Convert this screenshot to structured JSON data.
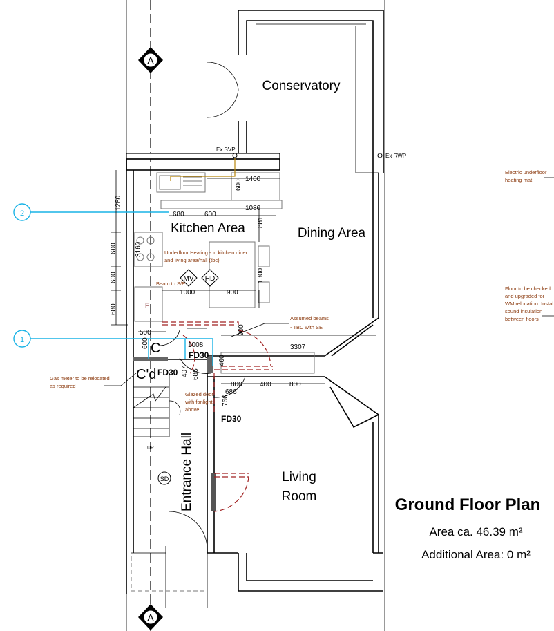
{
  "title": {
    "heading": "Ground Floor Plan",
    "area": "Area ca. 46.39 m²",
    "additional_area": "Additional Area: 0 m²"
  },
  "rooms": {
    "conservatory": "Conservatory",
    "kitchen": "Kitchen Area",
    "dining": "Dining Area",
    "living_line1": "Living",
    "living_line2": "Room",
    "hall": "Entrance Hall"
  },
  "section_marker": "A",
  "grid_bubbles": [
    "1",
    "2"
  ],
  "symbols": {
    "mv": "MV",
    "hd": "HD",
    "sd": "SD",
    "fridge": "F",
    "cupboard": "C",
    "cupboard_d": "C'd",
    "up": "UP",
    "ex_svp": "Ex SVP",
    "ex_rwp": "Ex RWP"
  },
  "fire_doors": [
    "FD30",
    "FD30",
    "FD30"
  ],
  "notes": {
    "underfloor": [
      "Underfloor Heating - in kitchen diner",
      "and living area/hall (tbc)"
    ],
    "beam": "Beam to S/E",
    "assumed_beams": [
      "Assumed beams",
      "- TBC with SE"
    ],
    "gas_meter": [
      "Gas meter to be relocated",
      "as required"
    ],
    "glazed_door": [
      "Glazed door",
      "with fanlight",
      "above"
    ],
    "electric_mat": [
      "Electric underfloor",
      "heating mat"
    ],
    "floor_check": [
      "Floor to be checked",
      "and upgraded for",
      "WM relocation. Instal",
      "sound insulation",
      "between floors"
    ]
  },
  "dimensions": {
    "d1400": "1400",
    "d600a": "600",
    "d1080": "1080",
    "d680a": "680",
    "d600b": "600",
    "d881": "881",
    "d1280": "1280",
    "d600c": "600",
    "d600d": "600",
    "d680b": "680",
    "d3160": "3160",
    "d1300": "1300",
    "d1000": "1000",
    "d900a": "900",
    "d900b": "900",
    "d500": "500",
    "d600e": "600",
    "d1008": "1008",
    "d400a": "400",
    "d3307": "3307",
    "d407": "407",
    "d686a": "686",
    "d800a": "800",
    "d400b": "400",
    "d800b": "800",
    "d686b": "686",
    "d766": "766"
  }
}
